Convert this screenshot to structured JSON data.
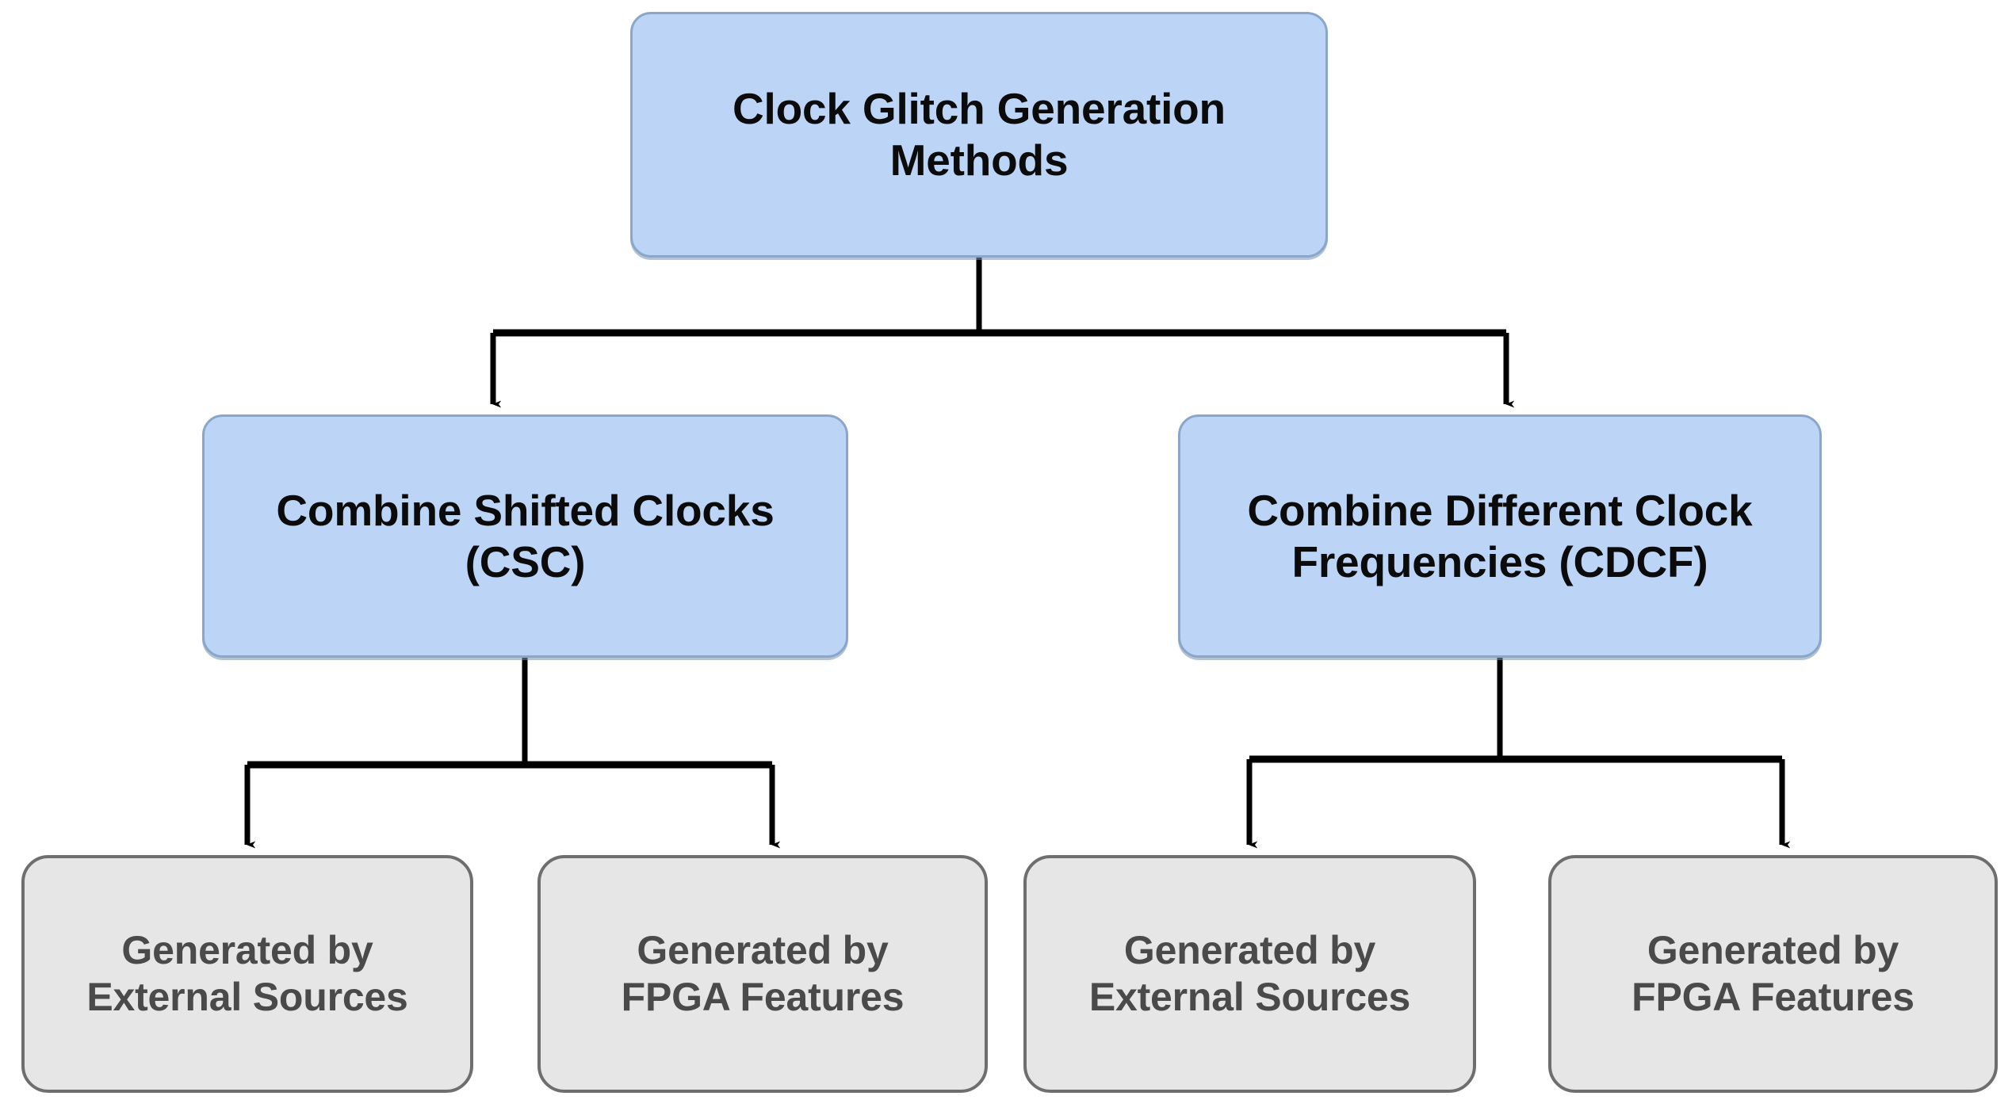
{
  "diagram": {
    "title": "Clock Glitch Generation Methods",
    "type": "tree",
    "orientation": "top-down",
    "background_color": "#ffffff",
    "colors": {
      "branch_fill": "#bcd4f6",
      "branch_stroke": "#8aa6c8",
      "branch_text": "#0b0b0b",
      "leaf_fill": "#e6e6e6",
      "leaf_stroke": "#6e6e6e",
      "leaf_text": "#4a4a4a",
      "edge_stroke": "#000000"
    },
    "nodes": {
      "root": {
        "label": "Clock Glitch Generation\nMethods"
      },
      "csc": {
        "label": "Combine Shifted Clocks\n(CSC)"
      },
      "cdcf": {
        "label": "Combine Different Clock\nFrequencies (CDCF)"
      },
      "leaves": [
        {
          "label": "Generated by\nExternal Sources"
        },
        {
          "label": "Generated by\nFPGA Features"
        },
        {
          "label": "Generated by\nExternal Sources"
        },
        {
          "label": "Generated by\nFPGA Features"
        }
      ]
    },
    "edges": [
      {
        "from": "root",
        "to": "csc"
      },
      {
        "from": "root",
        "to": "cdcf"
      },
      {
        "from": "csc",
        "to": "leaf-0"
      },
      {
        "from": "csc",
        "to": "leaf-1"
      },
      {
        "from": "cdcf",
        "to": "leaf-2"
      },
      {
        "from": "cdcf",
        "to": "leaf-3"
      }
    ]
  }
}
